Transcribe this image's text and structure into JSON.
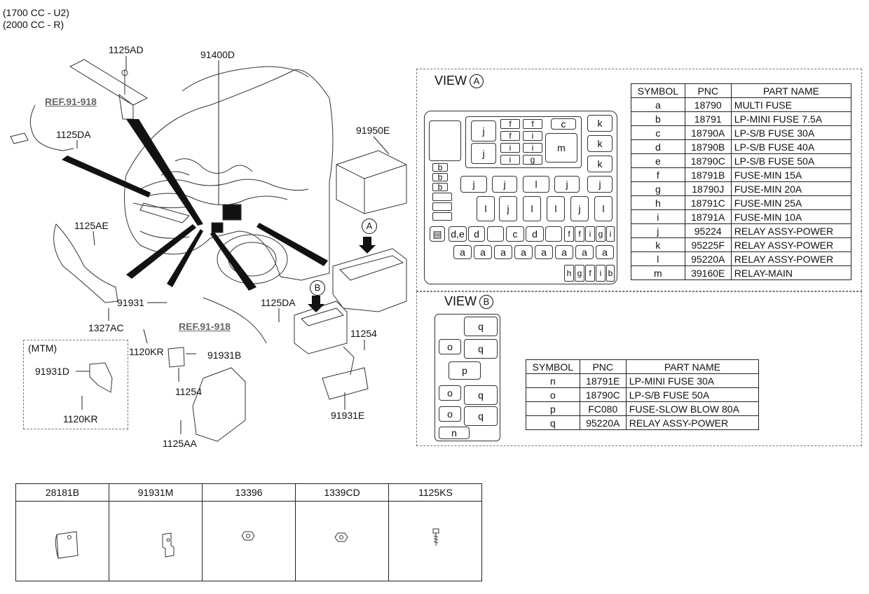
{
  "header": {
    "engine_line_1": "(1700 CC - U2)",
    "engine_line_2": "(2000 CC - R)"
  },
  "callouts": {
    "p1125AD": "1125AD",
    "p91400D": "91400D",
    "ref_top": "REF.91-918",
    "p1125DA_top": "1125DA",
    "p91950E": "91950E",
    "p1125AE": "1125AE",
    "p91931": "91931",
    "p1327AC": "1327AC",
    "p1120KR": "1120KR",
    "ref_mid": "REF.91-918",
    "p1125DA_mid": "1125DA",
    "p11254_right": "11254",
    "p91931B": "91931B",
    "p11254_low": "11254",
    "p1125AA": "1125AA",
    "p91931E": "91931E",
    "mtm_title": "(MTM)",
    "mtm_91931D": "91931D",
    "mtm_1120KR": "1120KR",
    "marker_a": "A",
    "marker_b": "B"
  },
  "view_a": {
    "title": "VIEW",
    "circle": "A",
    "table_headers": [
      "SYMBOL",
      "PNC",
      "PART NAME"
    ],
    "rows": [
      [
        "a",
        "18790",
        "MULTI FUSE"
      ],
      [
        "b",
        "18791",
        "LP-MINI FUSE 7.5A"
      ],
      [
        "c",
        "18790A",
        "LP-S/B FUSE 30A"
      ],
      [
        "d",
        "18790B",
        "LP-S/B FUSE 40A"
      ],
      [
        "e",
        "18790C",
        "LP-S/B FUSE 50A"
      ],
      [
        "f",
        "18791B",
        "FUSE-MIN 15A"
      ],
      [
        "g",
        "18790J",
        "FUSE-MIN 20A"
      ],
      [
        "h",
        "18791C",
        "FUSE-MIN 25A"
      ],
      [
        "i",
        "18791A",
        "FUSE-MIN 10A"
      ],
      [
        "j",
        "95224",
        "RELAY ASSY-POWER"
      ],
      [
        "k",
        "95225F",
        "RELAY ASSY-POWER"
      ],
      [
        "l",
        "95220A",
        "RELAY ASSY-POWER"
      ],
      [
        "m",
        "39160E",
        "RELAY-MAIN"
      ]
    ]
  },
  "view_b": {
    "title": "VIEW",
    "circle": "B",
    "table_headers": [
      "SYMBOL",
      "PNC",
      "PART NAME"
    ],
    "rows": [
      [
        "n",
        "18791E",
        "LP-MINI FUSE 30A"
      ],
      [
        "o",
        "18790C",
        "LP-S/B FUSE 50A"
      ],
      [
        "p",
        "FC080",
        "FUSE-SLOW BLOW 80A"
      ],
      [
        "q",
        "95220A",
        "RELAY ASSY-POWER"
      ]
    ]
  },
  "fusebox_a_labels": {
    "j": "j",
    "k": "k",
    "m": "m",
    "c": "c",
    "f": "f",
    "i": "i",
    "g": "g",
    "b": "b",
    "l": "l",
    "de": "d,e",
    "d": "d",
    "a": "a",
    "h": "h"
  },
  "fusebox_b_labels": {
    "q": "q",
    "o": "o",
    "p": "p",
    "n": "n"
  },
  "bottom_parts": [
    {
      "pnc": "28181B",
      "icon": "bracket-plate-icon"
    },
    {
      "pnc": "91931M",
      "icon": "bracket-clip-icon"
    },
    {
      "pnc": "13396",
      "icon": "nut-icon"
    },
    {
      "pnc": "1339CD",
      "icon": "nut-icon"
    },
    {
      "pnc": "1125KS",
      "icon": "bolt-icon"
    }
  ]
}
